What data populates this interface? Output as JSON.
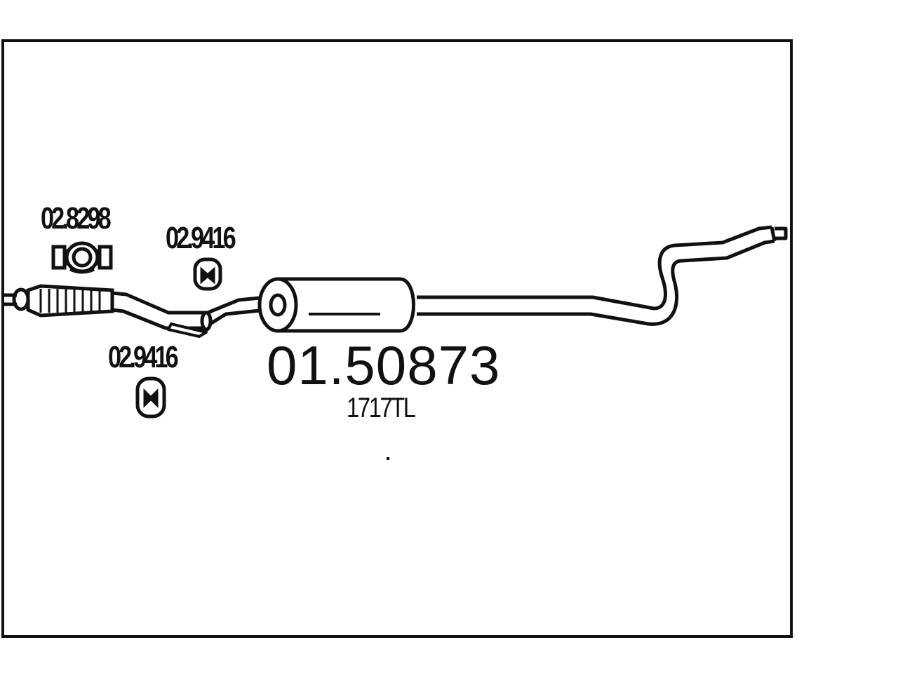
{
  "diagram": {
    "main_part_number": "01.50873",
    "main_part_code": "1717TL",
    "accessories": [
      {
        "part_number": "02.8298",
        "icon": "clamp-icon"
      },
      {
        "part_number": "02.9416",
        "icon": "rubber-hanger-icon"
      },
      {
        "part_number": "02.9416",
        "icon": "rubber-hanger-icon"
      }
    ]
  },
  "colors": {
    "line": "#111111",
    "background": "#ffffff"
  }
}
